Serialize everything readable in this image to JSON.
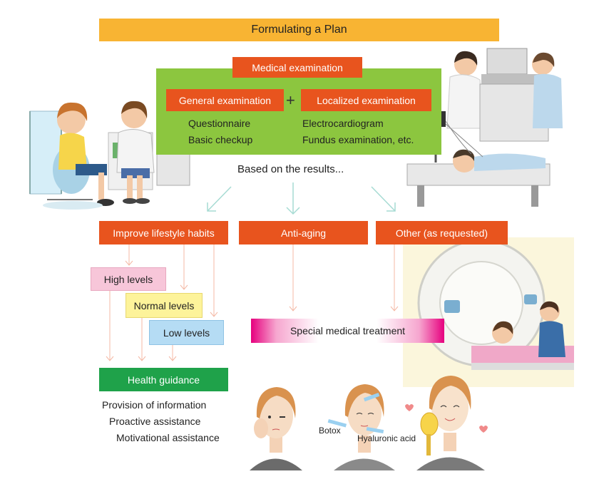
{
  "title": "Formulating a Plan",
  "medical": {
    "heading": "Medical examination",
    "general": "General examination",
    "plus": "+",
    "localized": "Localized examination",
    "general_items": [
      "Questionnaire",
      "Basic checkup"
    ],
    "localized_items": [
      "Electrocardiogram",
      "Fundus examination, etc."
    ]
  },
  "based_on": "Based on the results...",
  "branches": {
    "lifestyle": "Improve lifestyle habits",
    "anti_aging": "Anti-aging",
    "other": "Other (as requested)"
  },
  "levels": {
    "high": "High levels",
    "normal": "Normal levels",
    "low": "Low levels"
  },
  "special": "Special medical treatment",
  "health_guidance": {
    "label": "Health guidance",
    "items": [
      "Provision of information",
      "Proactive assistance",
      "Motivational assistance"
    ]
  },
  "face_labels": {
    "botox": "Botox",
    "hyaluronic": "Hyaluronic acid"
  },
  "colors": {
    "title_bar": "#f8b433",
    "orange": "#e8541e",
    "green_panel": "#8cc63f",
    "guidance_green": "#1fa24a",
    "high_pink": "#f7c6d9",
    "normal_yellow": "#fdf39a",
    "low_blue": "#b5dcf4",
    "special_magenta": "#e6007e"
  }
}
